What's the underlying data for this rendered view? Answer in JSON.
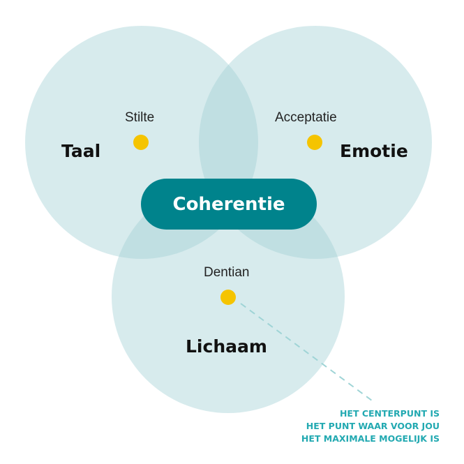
{
  "circles": [
    {
      "label": "Taal",
      "point_label": "Stilte"
    },
    {
      "label": "Emotie",
      "point_label": "Acceptatie"
    },
    {
      "label": "Lichaam",
      "point_label": "Dentian"
    }
  ],
  "center": {
    "label": "Coherentie"
  },
  "note": {
    "lines": [
      "HET CENTERPUNT IS",
      "HET PUNT WAAR VOOR JOU",
      "HET MAXIMALE MOGELIJK IS"
    ]
  },
  "colors": {
    "circle_fill": "#a0d0d3",
    "center_pill": "#00838c",
    "point": "#f5c400",
    "note_text": "#22a9b1"
  }
}
